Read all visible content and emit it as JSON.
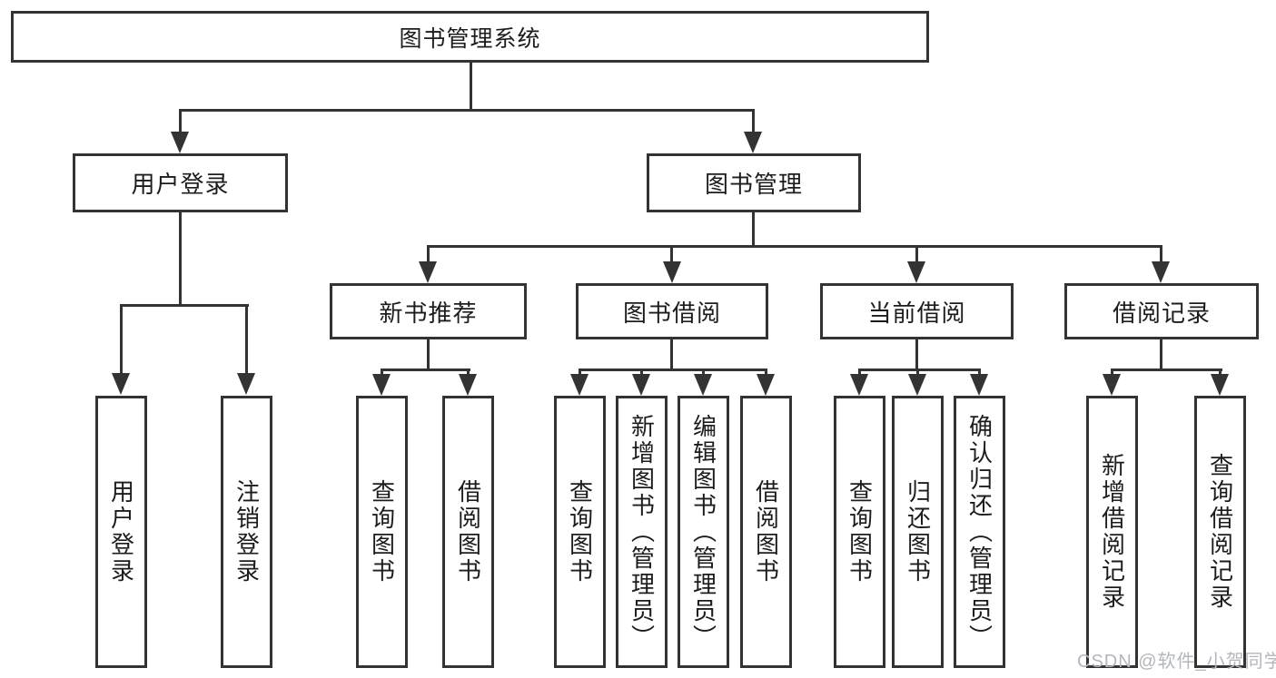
{
  "diagram": {
    "root": {
      "label": "图书管理系统"
    },
    "branches": {
      "user_login": {
        "label": "用户登录",
        "children": [
          {
            "label": "用户登录"
          },
          {
            "label": "注销登录"
          }
        ]
      },
      "book_management": {
        "label": "图书管理",
        "sections": [
          {
            "label": "新书推荐",
            "children": [
              {
                "label": "查询图书"
              },
              {
                "label": "借阅图书"
              }
            ]
          },
          {
            "label": "图书借阅",
            "children": [
              {
                "label": "查询图书"
              },
              {
                "label": "新增图书（管理员）"
              },
              {
                "label": "编辑图书（管理员）"
              },
              {
                "label": "借阅图书"
              }
            ]
          },
          {
            "label": "当前借阅",
            "children": [
              {
                "label": "查询图书"
              },
              {
                "label": "归还图书"
              },
              {
                "label": "确认归还（管理员）"
              }
            ]
          },
          {
            "label": "借阅记录",
            "children": [
              {
                "label": "新增借阅记录"
              },
              {
                "label": "查询借阅记录"
              }
            ]
          }
        ]
      }
    },
    "colors": {
      "line": "#333333",
      "text": "#1c1c1c",
      "background": "#ffffff",
      "watermark": "#b3b6bc"
    }
  },
  "watermark": {
    "text": "CSDN @软件_小贺同学"
  }
}
